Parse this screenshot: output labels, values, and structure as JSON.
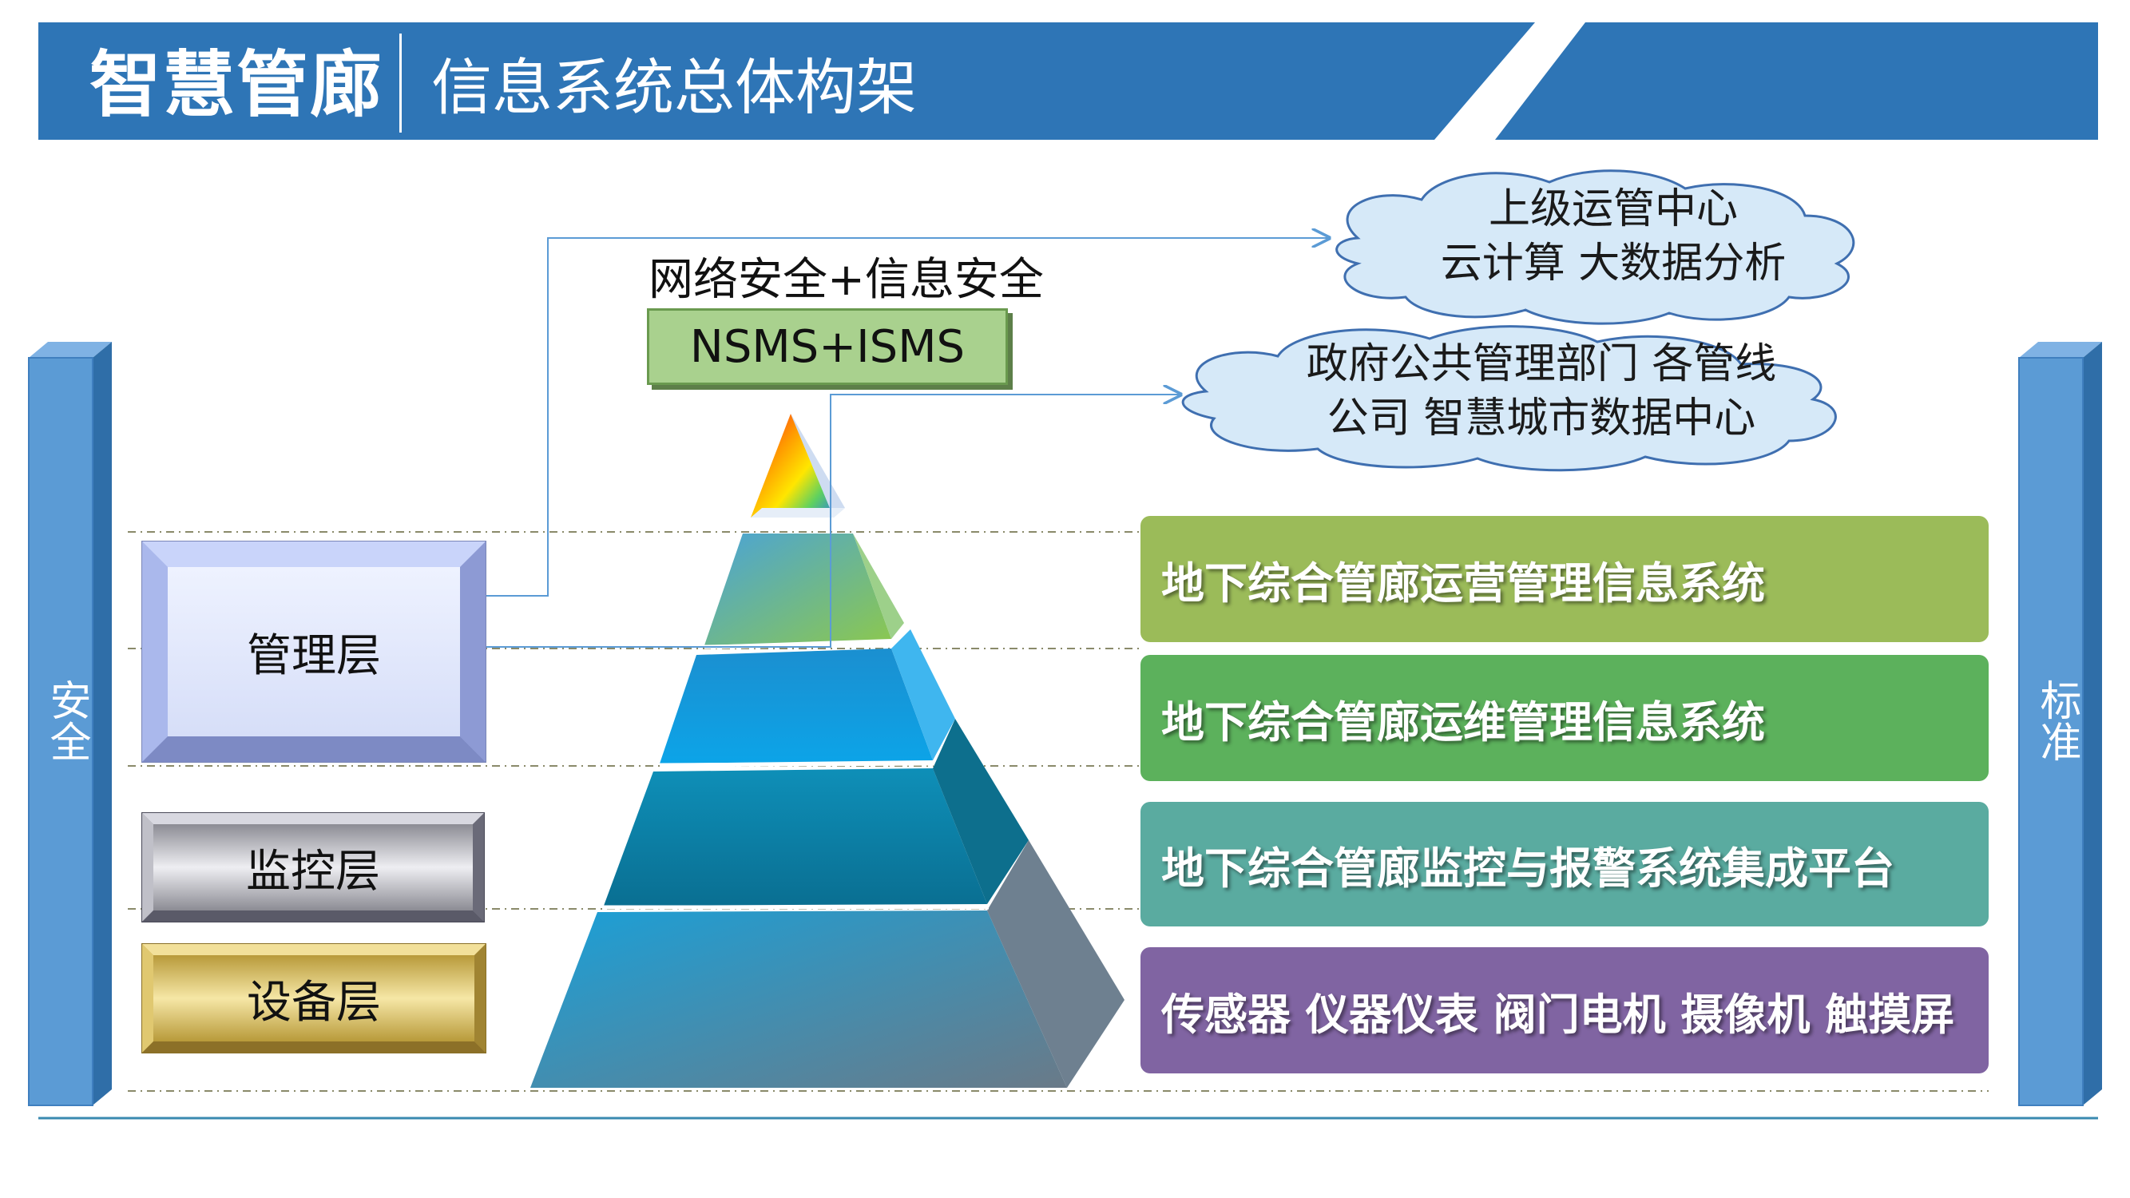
{
  "header": {
    "title": "智慧管廊",
    "subtitle": "信息系统总体构架"
  },
  "pillars": {
    "left_label": "安全",
    "right_label": "标准"
  },
  "security": {
    "label": "网络安全+信息安全",
    "box_label": "NSMS+ISMS"
  },
  "clouds": [
    {
      "line1": "上级运管中心",
      "line2": "云计算 大数据分析"
    },
    {
      "line1": "政府公共管理部门 各管线",
      "line2": "公司 智慧城市数据中心"
    }
  ],
  "layers": [
    {
      "label": "管理层"
    },
    {
      "label": "监控层"
    },
    {
      "label": "设备层"
    }
  ],
  "bars": [
    {
      "label": "地下综合管廊运营管理信息系统",
      "color": "#9bbb59"
    },
    {
      "label": "地下综合管廊运维管理信息系统",
      "color": "#5cb15c"
    },
    {
      "label": "地下综合管廊监控与报警系统集成平台",
      "color": "#5aaba0"
    },
    {
      "label": "传感器 仪器仪表 阀门电机 摄像机 触摸屏",
      "color": "#8064a2"
    }
  ],
  "colors": {
    "header_blue": "#2e75b6",
    "pillar_blue": "#5b9bd5"
  }
}
